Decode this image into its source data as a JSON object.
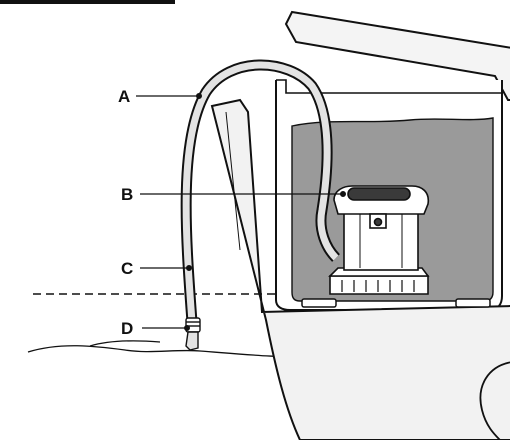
{
  "diagram": {
    "labels": {
      "A": "A",
      "B": "B",
      "C": "C",
      "D": "D"
    }
  },
  "colors": {
    "ink": "#111111",
    "water_fill": "#9a9a9a",
    "hull_fill": "#f2f2f2",
    "pump_fill": "#ffffff",
    "pump_handle": "#3a3a3a",
    "hose_fill": "#e3e3e3"
  }
}
